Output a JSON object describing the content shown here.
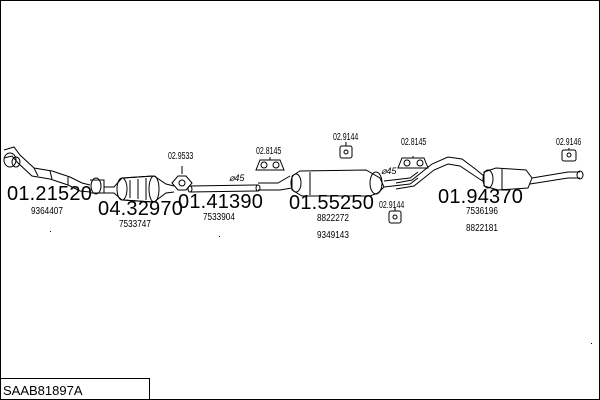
{
  "diagram_code": "SAAB81897A",
  "parts": [
    {
      "number": "01.21520",
      "references": [
        "9364407"
      ]
    },
    {
      "number": "04.32970",
      "references": [
        "7533747"
      ]
    },
    {
      "number": "01.41390",
      "references": [
        "7533904"
      ]
    },
    {
      "number": "01.55250",
      "references": [
        "8822272",
        "9349143"
      ]
    },
    {
      "number": "01.94370",
      "references": [
        "7536196",
        "8822181"
      ]
    }
  ],
  "fittings": [
    "02.9533",
    "02.8145",
    "02.9144",
    "02.9144",
    "02.8145",
    "02.9146"
  ],
  "pipe_diameters": [
    "⌀45",
    "⌀45"
  ]
}
